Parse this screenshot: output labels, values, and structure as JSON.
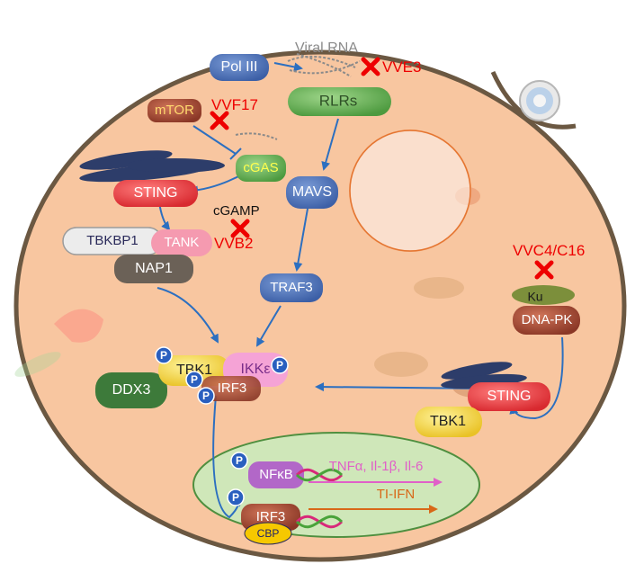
{
  "virus_labels": {
    "viral_rna": "Viral RNA",
    "vve3": "VVE3",
    "vvf17": "VVF17",
    "vvb2": "VVB2",
    "vvc4_c16": "VVC4/C16",
    "cgamp": "cGAMP"
  },
  "proteins": {
    "pol3": "Pol III",
    "rlrs": "RLRs",
    "mtor": "mTOR",
    "cgas": "cGAS",
    "sting": "STING",
    "mavs": "MAVS",
    "tbkbp1": "TBKBP1",
    "tank": "TANK",
    "nap1": "NAP1",
    "traf3": "TRAF3",
    "ku": "Ku",
    "dnapk": "DNA-PK",
    "tbk1": "TBK1",
    "ikke": "IKKε",
    "ddx3": "DDX3",
    "irf3": "IRF3",
    "sting2": "STING",
    "tbk1_2": "TBK1",
    "nfkb": "NFκB",
    "irf3_nuc": "IRF3",
    "cbp": "CBP"
  },
  "phospho": "P",
  "outputs": {
    "cytokines": "TNFα, Il-1β, Il-6",
    "ifn": "TI-IFN"
  },
  "colors": {
    "cell_fill": "#f8c6a0",
    "cell_border": "#6b5842",
    "nucleus_fill": "#cfe7b9",
    "inhibition_red": "#ee0000",
    "arrow_blue": "#2c6fc0",
    "sting_red": "#e8474a",
    "tbk1_yellow": "#f4d64b",
    "cytokine_pink": "#e060c8",
    "ifn_orange": "#d86818"
  },
  "icons": [
    "red-x-inhibition-icon",
    "phosphorylation-icon",
    "dna-helix-icon",
    "virion-icon",
    "er-membrane-icon"
  ]
}
